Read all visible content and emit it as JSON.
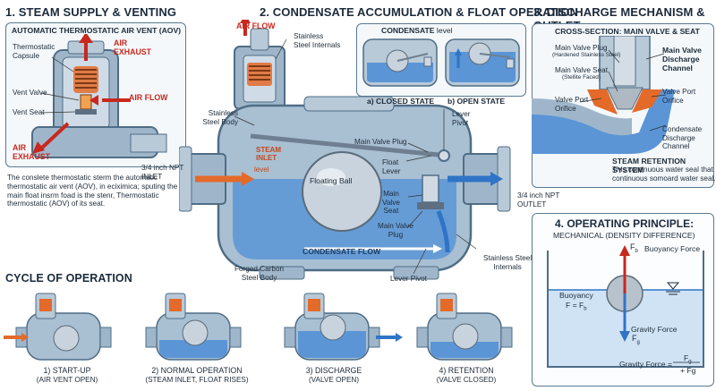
{
  "section1": {
    "title": "1. STEAM SUPPLY & VENTING",
    "panel_title": "AUTOMATIC THERMOSTATIC AIR VENT (AOV)",
    "labels": {
      "capsule": "Thermostatic\nCapsule",
      "valve": "Vent Valve",
      "seat": "Vent Seat",
      "air_exhaust_top": "AIR\nEXHAUST",
      "air_flow": "AIR FLOW",
      "air_exhaust_bottom": "AIR\nEXHAUST"
    },
    "description": "The conslete thermostatic sterm the automatic thermostatic air vent (AOV), in eciximica; sputing the main float insrm foad is the stenr, Thermostatic thermostatic (AOV) of its seat."
  },
  "section2": {
    "title": "2. CONDENSATE ACCUMULATION & FLOAT OPERATION",
    "labels": {
      "air_flow": "AIR FLOW",
      "stainless_internals": "Stainless\nSteel Internals",
      "stainless_body": "Stainless\nSteel Body",
      "steam_inlet": "STEAM\nINLET",
      "level": "level",
      "inlet": "3/4 inch NPT\nINLET",
      "floating_ball": "Floating Ball",
      "main_valve_plug_top": "Main Valve Plug",
      "float_lever": "Float\nLever",
      "main_valve_seat": "Main\nValve\nSeat",
      "main_valve_plug": "Main Valve\nPlug",
      "lever_pivot_top": "Lever\nPivot",
      "outlet": "3/4 inch NPT\nOUTLET",
      "condensate_flow": "CONDENSATE FLOW",
      "forged_body": "Forged Carbon\nSteel Body",
      "lever_pivot_bottom": "Lever Pivot",
      "stainless_internals_bottom": "Stainless Steel\nInternals"
    },
    "inset": {
      "title_bold": "CONDENSATE",
      "title_rest": " level",
      "closed": "a) CLOSED STATE",
      "open": "b) OPEN STATE"
    }
  },
  "section3": {
    "title": "3. DISCHARGE MECHANISM & OUTLET",
    "panel_title": "CROSS-SECTION: MAIN VALVE & SEAT",
    "labels": {
      "plug": "Main Valve Plug",
      "plug_sub": "(Hardened Stainless Steel)",
      "seat": "Main Valve Seat",
      "seat_sub": "(Stellite Faced)",
      "orifice_left": "Valve Port\nOrifice",
      "channel": "Main Valve\nDischarge\nChannel",
      "orifice_right": "Valve Port\nOrifice",
      "condensate_channel": "Condensate\nDischarge\nChannel"
    },
    "retention_title": "STEAM RETENTION SYSTEM",
    "retention_text": "This continuous water seal that\ncontinuous somoard water seal."
  },
  "section4": {
    "title": "4. OPERATING PRINCIPLE:",
    "subtitle": "MECHANICAL (DENSITY DIFFERENCE)",
    "buoyancy_force": "Buoyancy Force",
    "fb_symbol": "F",
    "fb_sub": "b",
    "buoyancy_eq_1": "Buoyancy",
    "buoyancy_eq_2": "F = F",
    "buoyancy_eq_sub": "b",
    "gravity_force": "Gravity Force",
    "fg_symbol": "F",
    "fg_sub": "g",
    "gravity_eq_left": "Gravity Force =",
    "gravity_eq_num": "F",
    "gravity_eq_num_sub": "g",
    "gravity_eq_den": "+ Fg"
  },
  "cycle": {
    "title": "CYCLE OF OPERATION",
    "steps": [
      {
        "label": "1) START-UP",
        "sub": "(AIR VENT OPEN)"
      },
      {
        "label": "2) NORMAL OPERATION",
        "sub": "(STEAM INLET, FLOAT RISES)"
      },
      {
        "label": "3) DISCHARGE",
        "sub": "(VALVE OPEN)"
      },
      {
        "label": "4) RETENTION",
        "sub": "(VALVE CLOSED)"
      }
    ]
  },
  "colors": {
    "steel": "#8fa9bf",
    "steel_dark": "#4f6d86",
    "water": "#5b95d6",
    "steam": "#e46a2a",
    "arrow_red": "#c8281e",
    "arrow_blue": "#2f74c6"
  }
}
